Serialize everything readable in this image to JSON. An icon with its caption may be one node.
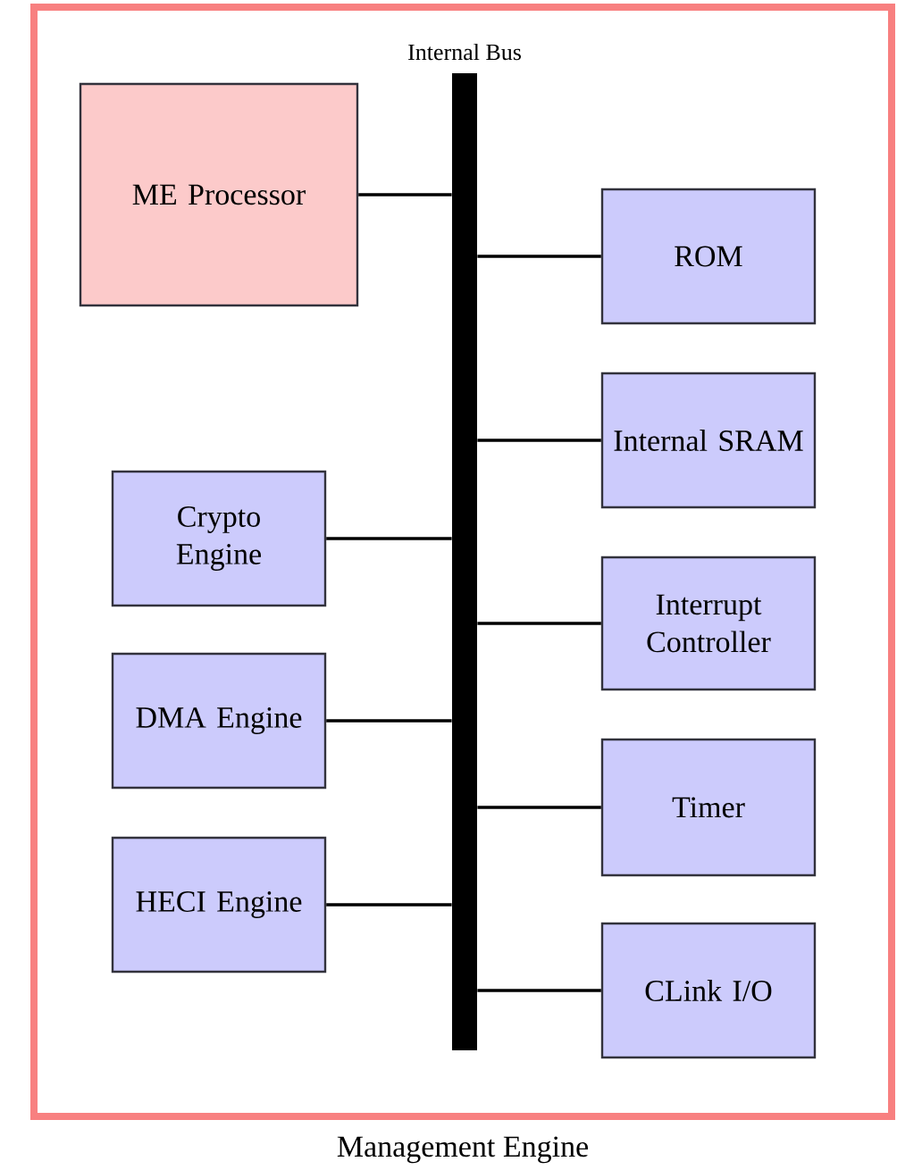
{
  "diagram": {
    "nodes": [
      {
        "text": [
          "Management Engine"
        ]
      },
      {
        "text": [
          "Internal Bus"
        ],
        "in": 0
      },
      {
        "text": [
          "ME Processor"
        ],
        "in": 0
      },
      {
        "text": [
          "ROM"
        ],
        "in": 0
      },
      {
        "text": [
          "Internal SRAM"
        ],
        "in": 0
      },
      {
        "text": [
          "Crypto Engine"
        ],
        "in": 0
      },
      {
        "text": [
          "Interrupt Controller"
        ],
        "in": 0
      },
      {
        "text": [
          "DMA Engine"
        ],
        "in": 0
      },
      {
        "text": [
          "Timer"
        ],
        "in": 0
      },
      {
        "text": [
          "HECI Engine"
        ],
        "in": 0
      },
      {
        "text": [
          "CLink I/O"
        ],
        "in": 0
      }
    ],
    "edges": [
      {
        "from": 2,
        "to": 1,
        "arrow": "none"
      },
      {
        "from": 3,
        "to": 1,
        "arrow": "none"
      },
      {
        "from": 4,
        "to": 1,
        "arrow": "none"
      },
      {
        "from": 5,
        "to": 1,
        "arrow": "none"
      },
      {
        "from": 6,
        "to": 1,
        "arrow": "none"
      },
      {
        "from": 7,
        "to": 1,
        "arrow": "none"
      },
      {
        "from": 8,
        "to": 1,
        "arrow": "none"
      },
      {
        "from": 9,
        "to": 1,
        "arrow": "none"
      },
      {
        "from": 10,
        "to": 1,
        "arrow": "none"
      }
    ]
  }
}
